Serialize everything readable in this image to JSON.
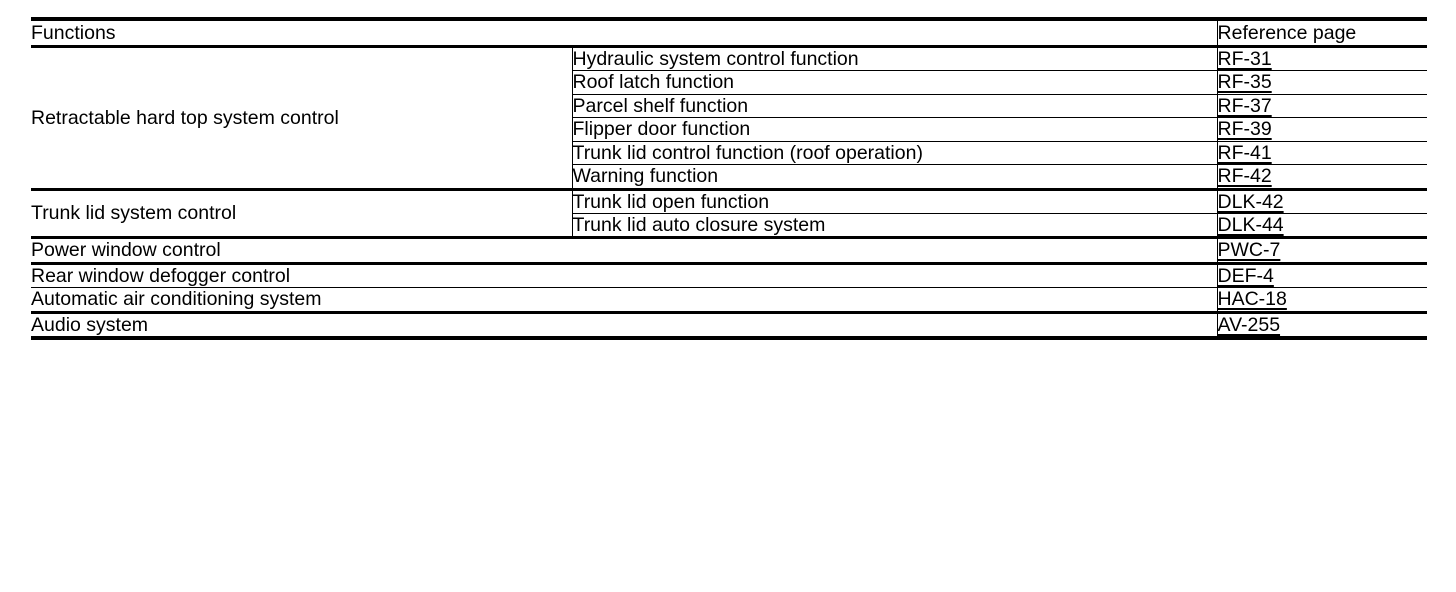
{
  "table": {
    "headers": {
      "functions": "Functions",
      "reference_page": "Reference page"
    },
    "groups": [
      {
        "name": "Retractable hard top system control",
        "rows": [
          {
            "function": "Hydraulic system control function",
            "reference": "RF-31"
          },
          {
            "function": "Roof latch function",
            "reference": "RF-35"
          },
          {
            "function": "Parcel shelf function",
            "reference": "RF-37"
          },
          {
            "function": "Flipper door function",
            "reference": "RF-39"
          },
          {
            "function": "Trunk lid control function (roof operation)",
            "reference": "RF-41"
          },
          {
            "function": "Warning function",
            "reference": "RF-42"
          }
        ]
      },
      {
        "name": "Trunk lid system control",
        "rows": [
          {
            "function": "Trunk lid open function",
            "reference": "DLK-42"
          },
          {
            "function": "Trunk lid auto closure system",
            "reference": "DLK-44"
          }
        ]
      }
    ],
    "single_rows": [
      {
        "function": "Power window control",
        "reference": "PWC-7"
      },
      {
        "function": "Rear window defogger control",
        "reference": "DEF-4"
      },
      {
        "function": "Automatic air conditioning system",
        "reference": "HAC-18"
      },
      {
        "function": "Audio system",
        "reference": "AV-255"
      }
    ]
  },
  "colors": {
    "rule": "#000000",
    "text": "#000000",
    "background": "#ffffff"
  }
}
